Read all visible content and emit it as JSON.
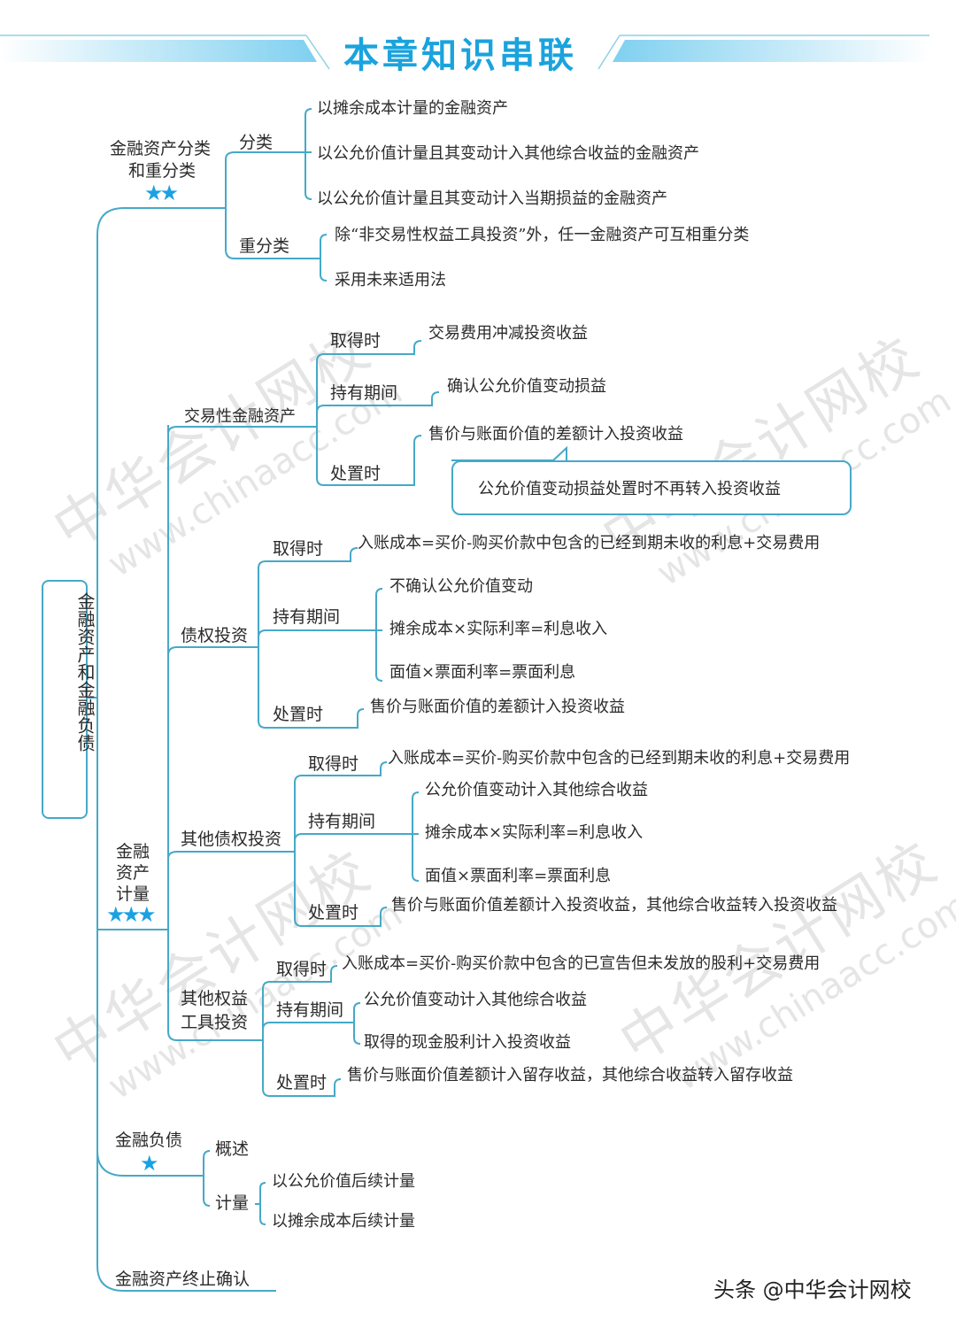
{
  "header": {
    "title": "本章知识串联",
    "accent_color": "#1aa3dd"
  },
  "root": {
    "label": "金融资产和金融负债"
  },
  "watermark": {
    "cn": "中华会计网校",
    "en": "www.chinaacc.com"
  },
  "branches": {
    "classification": {
      "label_line1": "金融资产分类",
      "label_line2": "和重分类",
      "stars": "★★",
      "classify": {
        "label": "分类",
        "items": [
          "以摊余成本计量的金融资产",
          "以公允价值计量且其变动计入其他综合收益的金融资产",
          "以公允价值计量且其变动计入当期损益的金融资产"
        ]
      },
      "reclassify": {
        "label": "重分类",
        "items": [
          "除“非交易性权益工具投资”外，任一金融资产可互相重分类",
          "采用未来适用法"
        ]
      }
    },
    "measurement": {
      "label_line1": "金融",
      "label_line2": "资产",
      "label_line3": "计量",
      "stars": "★★★",
      "trading": {
        "label": "交易性金融资产",
        "acquire": {
          "label": "取得时",
          "text": "交易费用冲减投资收益"
        },
        "holding": {
          "label": "持有期间",
          "text": "确认公允价值变动损益"
        },
        "disposal": {
          "label": "处置时",
          "text": "售价与账面价值的差额计入投资收益",
          "callout": "公允价值变动损益处置时不再转入投资收益"
        }
      },
      "debt": {
        "label": "债权投资",
        "acquire": {
          "label": "取得时",
          "text": "入账成本=买价-购买价款中包含的已经到期未收的利息+交易费用"
        },
        "holding": {
          "label": "持有期间",
          "items": [
            "不确认公允价值变动",
            "摊余成本×实际利率=利息收入",
            "面值×票面利率=票面利息"
          ]
        },
        "disposal": {
          "label": "处置时",
          "text": "售价与账面价值的差额计入投资收益"
        }
      },
      "other_debt": {
        "label": "其他债权投资",
        "acquire": {
          "label": "取得时",
          "text": "入账成本=买价-购买价款中包含的已经到期未收的利息+交易费用"
        },
        "holding": {
          "label": "持有期间",
          "items": [
            "公允价值变动计入其他综合收益",
            "摊余成本×实际利率=利息收入",
            "面值×票面利率=票面利息"
          ]
        },
        "disposal": {
          "label": "处置时",
          "text": "售价与账面价值差额计入投资收益，其他综合收益转入投资收益"
        }
      },
      "other_equity": {
        "label_line1": "其他权益",
        "label_line2": "工具投资",
        "acquire": {
          "label": "取得时",
          "text": "入账成本=买价-购买价款中包含的已宣告但未发放的股利+交易费用"
        },
        "holding": {
          "label": "持有期间",
          "items": [
            "公允价值变动计入其他综合收益",
            "取得的现金股利计入投资收益"
          ]
        },
        "disposal": {
          "label": "处置时",
          "text": "售价与账面价值差额计入留存收益，其他综合收益转入留存收益"
        }
      }
    },
    "liability": {
      "label": "金融负债",
      "stars": "★",
      "overview": {
        "label": "概述"
      },
      "measure": {
        "label": "计量",
        "items": [
          "以公允价值后续计量",
          "以摊余成本后续计量"
        ]
      }
    },
    "derecognition": {
      "label": "金融资产终止确认"
    }
  },
  "footer": {
    "text": "头条 @中华会计网校"
  }
}
